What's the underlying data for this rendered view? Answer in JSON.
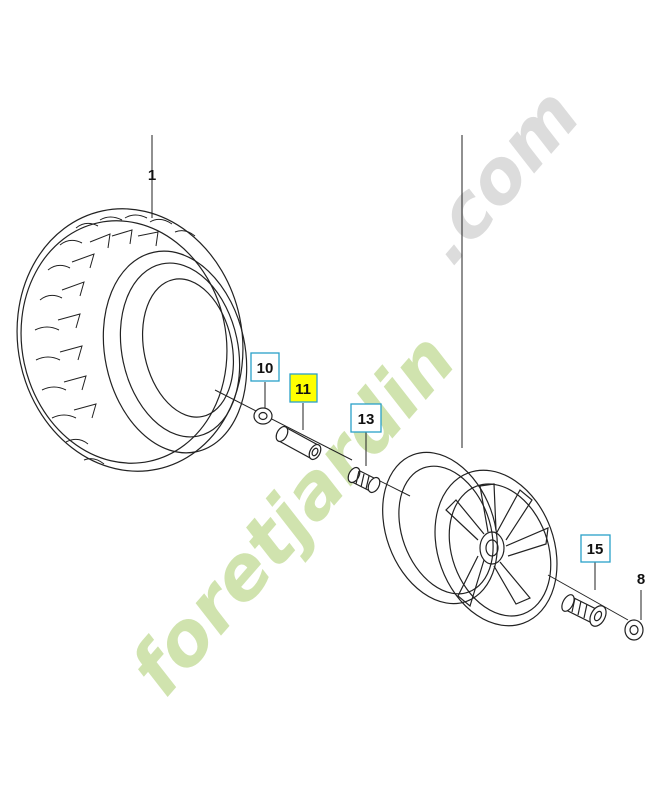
{
  "diagram": {
    "parts": [
      {
        "id": "1",
        "label": "1",
        "name": "tire",
        "highlighted": false,
        "boxed": false
      },
      {
        "id": "10",
        "label": "10",
        "name": "washer",
        "highlighted": false,
        "boxed": true
      },
      {
        "id": "11",
        "label": "11",
        "name": "spacer-tube",
        "highlighted": true,
        "boxed": true
      },
      {
        "id": "13",
        "label": "13",
        "name": "bushing",
        "highlighted": false,
        "boxed": true
      },
      {
        "id": "15",
        "label": "15",
        "name": "hub-bushing",
        "highlighted": false,
        "boxed": true
      },
      {
        "id": "8",
        "label": "8",
        "name": "end-washer",
        "highlighted": false,
        "boxed": false
      }
    ],
    "colors": {
      "line": "#222222",
      "highlight_fill": "#ffff00",
      "box_stroke": "#2aa0c8",
      "watermark_green": "#c8dfa0",
      "watermark_grey": "#d6d6d6"
    }
  },
  "watermark": {
    "text_green": "foretjardin",
    "text_grey": ".com"
  }
}
